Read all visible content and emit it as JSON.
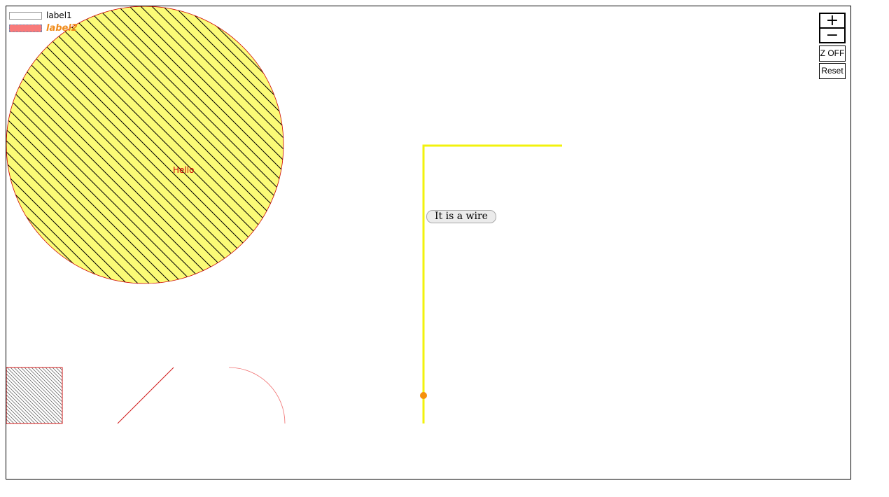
{
  "legend": {
    "items": [
      {
        "label": "label1",
        "swatch_fill": "#ffffff",
        "swatch_border": "#999999",
        "label_color": "#000000"
      },
      {
        "label": "label2",
        "swatch_fill": "#f87a7a",
        "swatch_border": "#7a86a8",
        "label_color": "#f08c1c"
      }
    ]
  },
  "controls": {
    "zoom_in_icon": "plus-icon",
    "zoom_in_glyph": "+",
    "zoom_out_icon": "minus-icon",
    "zoom_out_glyph": "−",
    "z_toggle_label": "Z OFF",
    "reset_label": "Reset"
  },
  "circle": {
    "text": "Hello",
    "text_color": "#cc0000",
    "fill": "#fbfb77",
    "stroke": "#cc0000",
    "hatch_color": "#000000"
  },
  "wire": {
    "label": "It is a wire",
    "color": "#f2f20c",
    "junction_color": "#f5900a"
  },
  "small_square": {
    "stroke": "#d01818",
    "hatch_color": "#555555"
  },
  "diagonal_line": {
    "stroke": "#d01818"
  },
  "arc": {
    "stroke": "#f07070"
  }
}
